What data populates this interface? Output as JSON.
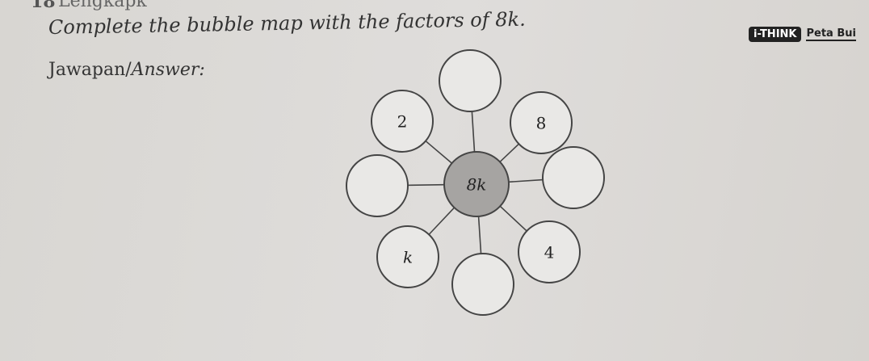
{
  "question": {
    "number": "18",
    "malay_text": "Lengkapk",
    "english_text": "Complete the bubble map with the factors of 8k."
  },
  "answer_label": {
    "malay": "Jawapan/",
    "english": "Answer:"
  },
  "ithink": {
    "badge": "i-THINK",
    "subtitle": "Peta Bui"
  },
  "bubble_map": {
    "center": "8k",
    "bubbles": [
      "",
      "8",
      "",
      "4",
      "",
      "k",
      "",
      "2"
    ]
  },
  "colors": {
    "center_fill": "#a6a4a2",
    "bubble_fill": "#e9e8e6",
    "stroke": "#444444"
  }
}
